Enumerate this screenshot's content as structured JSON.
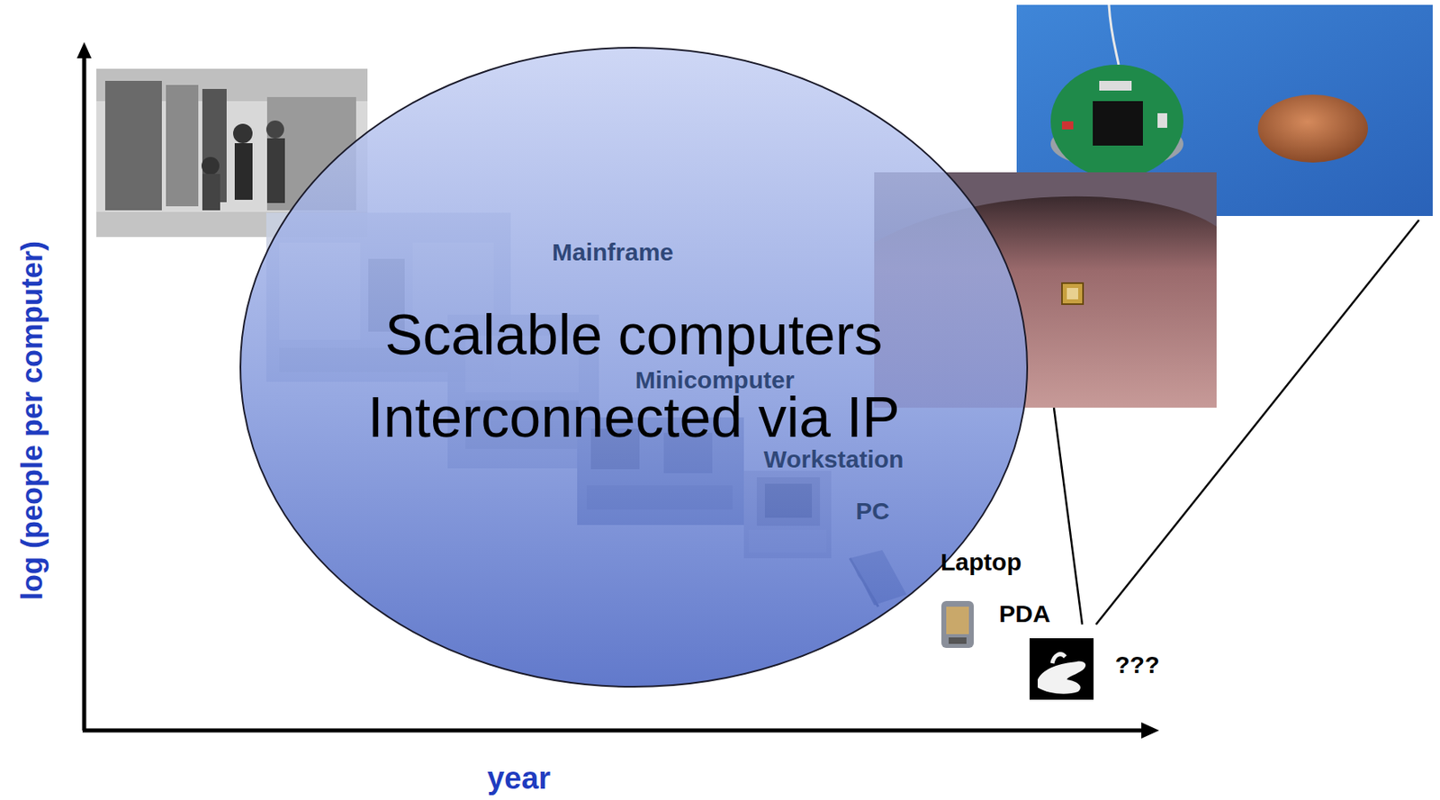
{
  "diagram": {
    "nodes": [
      {
        "text": [
          "Scalable computers Interconnected via IP"
        ]
      }
    ],
    "labels": [
      "Mainframe",
      "Minicomputer",
      "Workstation",
      "PC",
      "Laptop",
      "PDA",
      "???",
      "log (people per computer)",
      "year"
    ]
  }
}
